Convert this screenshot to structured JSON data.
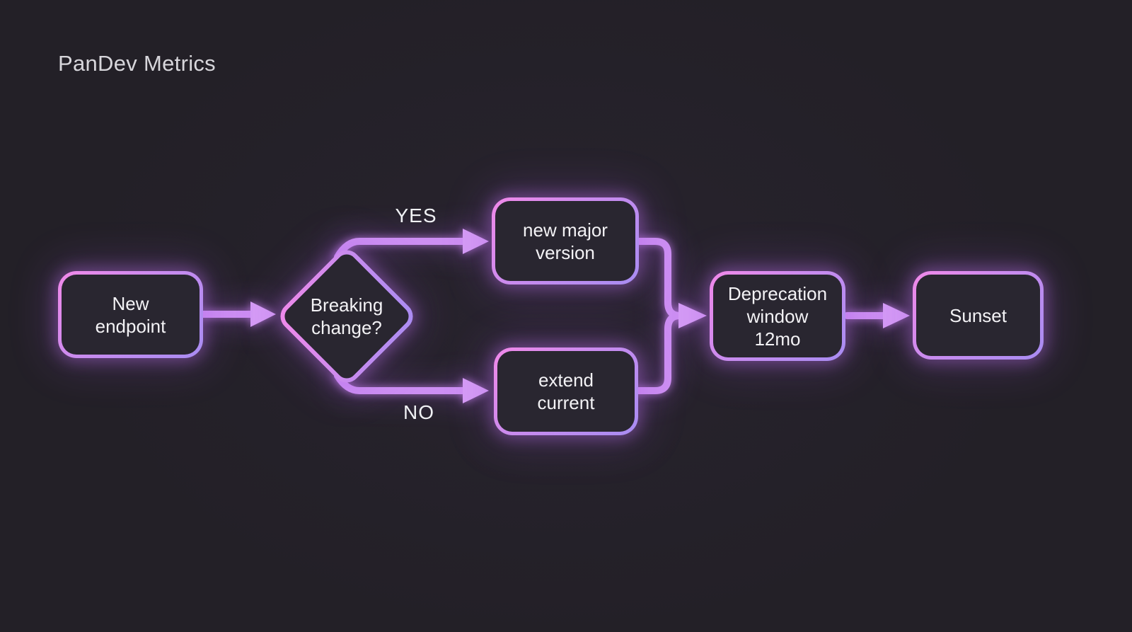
{
  "title": "PanDev Metrics",
  "diagram": {
    "nodes": {
      "new_endpoint": {
        "label": "New endpoint"
      },
      "breaking_change": {
        "label": "Breaking change?"
      },
      "new_major_version": {
        "label": "new major version"
      },
      "extend_current": {
        "label": "extend current"
      },
      "deprecation_window": {
        "label": "Deprecation window 12mo"
      },
      "sunset": {
        "label": "Sunset"
      }
    },
    "edges": {
      "yes_label": "YES",
      "no_label": "NO"
    }
  },
  "colors": {
    "background": "#232027",
    "node_fill": "#292630",
    "border_pink": "#f189e9",
    "border_violet": "#a88cf2",
    "connector": "#cd8ff3",
    "arrowhead": "#d59cf6",
    "node_text": "#f3f2f5",
    "title_text": "#d7d6db",
    "edge_label_text": "#f0f1f4"
  }
}
